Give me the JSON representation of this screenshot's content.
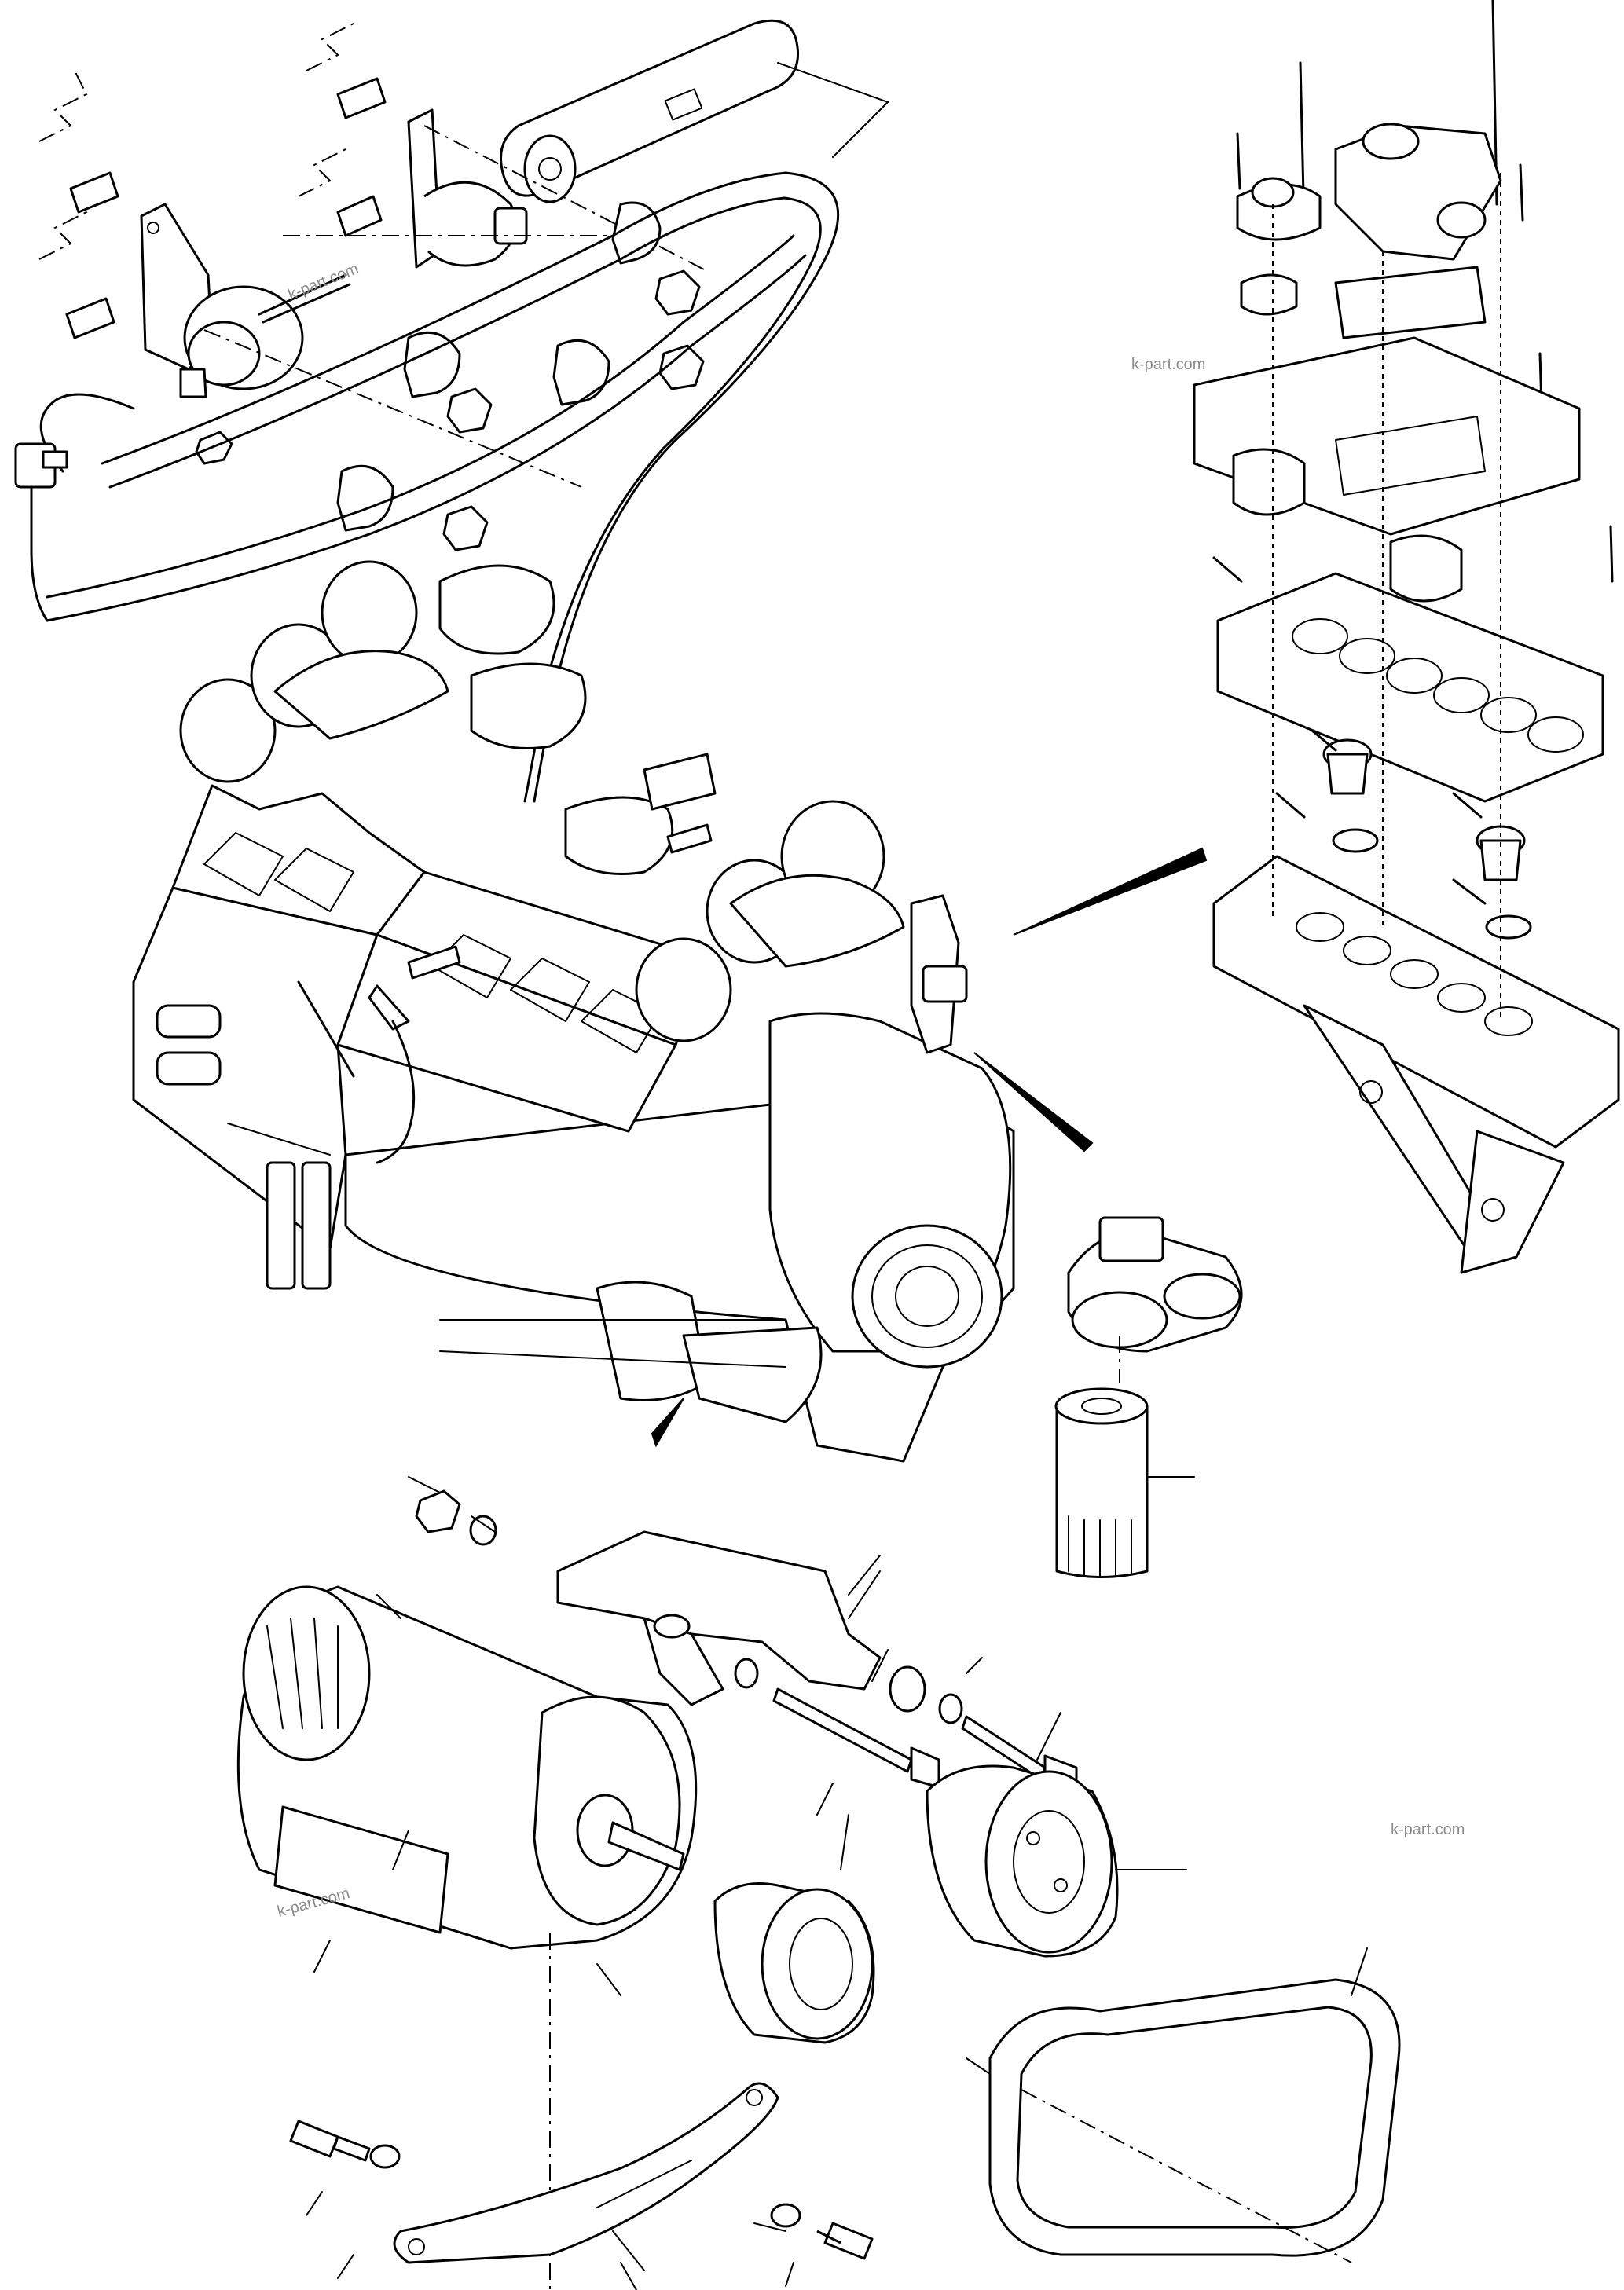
{
  "watermarks": [
    {
      "text": "k-part.com"
    },
    {
      "text": "k-part.com"
    },
    {
      "text": "k-part.com"
    },
    {
      "text": "k-part.com"
    }
  ],
  "icons": [
    "engine-block-icon",
    "alternator-icon",
    "filter-icon",
    "pulley-icon",
    "belt-icon",
    "bolt-icon",
    "nut-icon",
    "hose-icon",
    "pointer-arrow-icon"
  ]
}
